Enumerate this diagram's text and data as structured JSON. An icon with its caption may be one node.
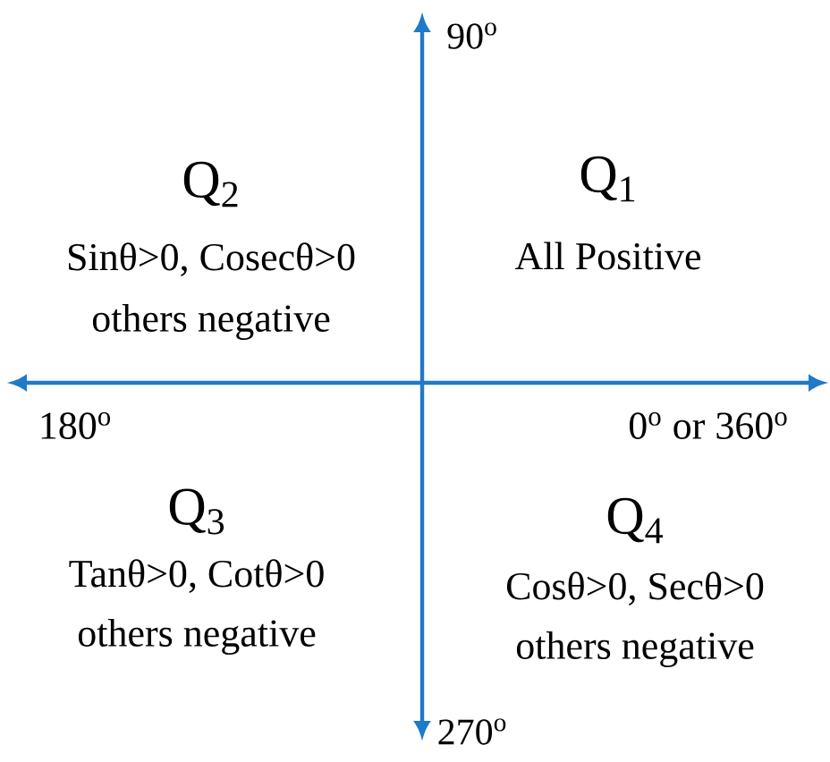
{
  "diagram": {
    "labels": [
      "90$^{o}$",
      "Q$_{2}$",
      "Q$_{1}$",
      "Sinθ>0, Cosecθ>0",
      "All Positive",
      "others negative",
      "180$^{o}$",
      "0$^{o}$ or 360$^{o}$",
      "Q$_{3}$",
      "Q$_{4}$",
      "Tanθ>0, Cotθ>0",
      "Cosθ>0, Secθ>0",
      "others negative",
      "others negative",
      "270$^{o}$"
    ]
  }
}
